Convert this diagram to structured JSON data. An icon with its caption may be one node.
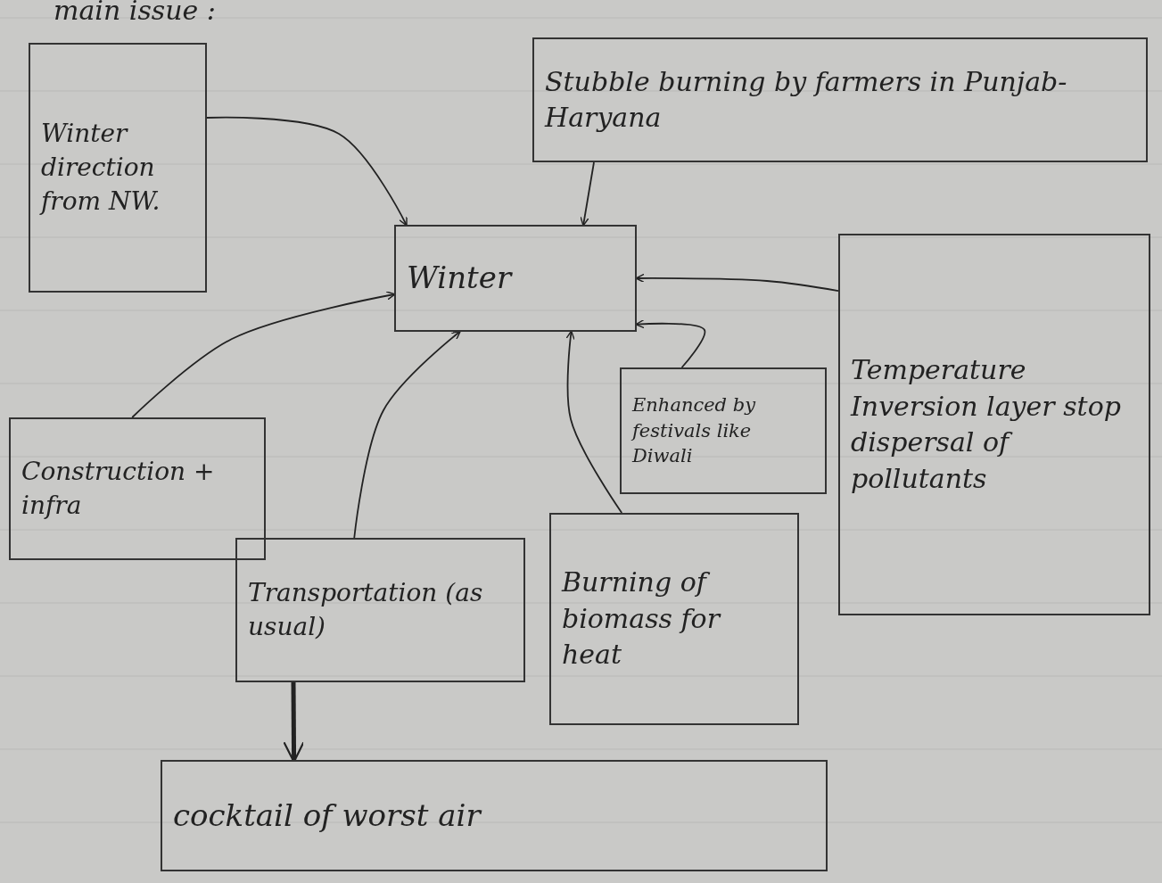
{
  "diagram": {
    "nodes": [
      {
        "text": [
          "Winter direction from NW."
        ]
      },
      {
        "text": [
          "Stubble burning by farmers in Punjab-Haryana"
        ]
      },
      {
        "text": [
          "Winter"
        ]
      },
      {
        "text": [
          "Temperature Inversion layer stop dispersal of pollutants"
        ]
      },
      {
        "text": [
          "Construction + infra"
        ]
      },
      {
        "text": [
          "Enhanced by festivals like Diwali"
        ]
      },
      {
        "text": [
          "Transportation (as usual)"
        ]
      },
      {
        "text": [
          "Burning of biomass for heat"
        ]
      },
      {
        "text": [
          "cocktail of worst air"
        ]
      }
    ],
    "edges": [
      {
        "from": 0,
        "to": 2,
        "arrow": "to"
      },
      {
        "from": 1,
        "to": 2,
        "arrow": "to"
      },
      {
        "from": 3,
        "to": 2,
        "arrow": "to"
      },
      {
        "from": 4,
        "to": 2,
        "arrow": "to"
      },
      {
        "from": 6,
        "to": 2,
        "arrow": "to"
      },
      {
        "from": 7,
        "to": 2,
        "arrow": "to"
      },
      {
        "from": 5,
        "to": 2,
        "arrow": "to"
      },
      {
        "from": 6,
        "to": 8,
        "arrow": "to",
        "style": "thick"
      }
    ],
    "labels": [
      "main issue :"
    ]
  }
}
